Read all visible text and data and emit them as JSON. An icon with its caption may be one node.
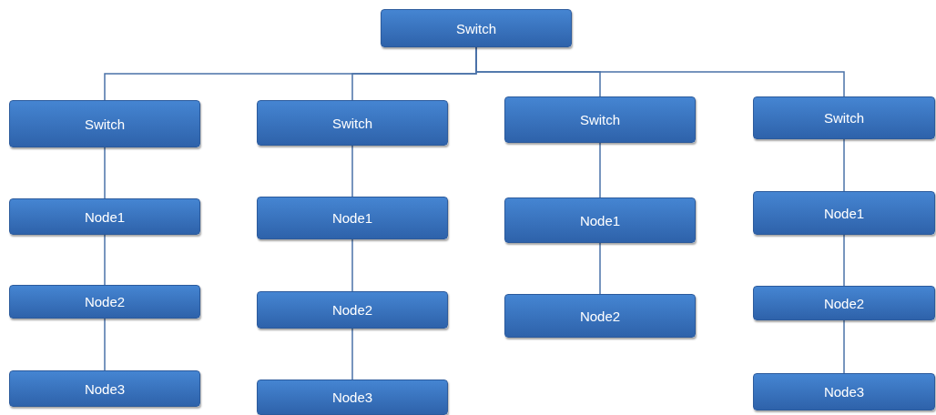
{
  "diagram": {
    "nodes": [
      {
        "text": [
          "Switch"
        ]
      },
      {
        "text": [
          "Switch"
        ]
      },
      {
        "text": [
          "Switch"
        ]
      },
      {
        "text": [
          "Switch"
        ]
      },
      {
        "text": [
          "Switch"
        ]
      },
      {
        "text": [
          "Node1"
        ]
      },
      {
        "text": [
          "Node1"
        ]
      },
      {
        "text": [
          "Node1"
        ]
      },
      {
        "text": [
          "Node1"
        ]
      },
      {
        "text": [
          "Node2"
        ]
      },
      {
        "text": [
          "Node2"
        ]
      },
      {
        "text": [
          "Node2"
        ]
      },
      {
        "text": [
          "Node2"
        ]
      },
      {
        "text": [
          "Node3"
        ]
      },
      {
        "text": [
          "Node3"
        ]
      },
      {
        "text": [
          "Node3"
        ]
      }
    ],
    "edges": [
      {
        "from": 0,
        "to": 1,
        "arrow": "none"
      },
      {
        "from": 0,
        "to": 2,
        "arrow": "none"
      },
      {
        "from": 0,
        "to": 3,
        "arrow": "none"
      },
      {
        "from": 0,
        "to": 4,
        "arrow": "none"
      },
      {
        "from": 1,
        "to": 5,
        "arrow": "none"
      },
      {
        "from": 5,
        "to": 9,
        "arrow": "none"
      },
      {
        "from": 9,
        "to": 13,
        "arrow": "none"
      },
      {
        "from": 2,
        "to": 6,
        "arrow": "none"
      },
      {
        "from": 6,
        "to": 10,
        "arrow": "none"
      },
      {
        "from": 10,
        "to": 14,
        "arrow": "none"
      },
      {
        "from": 3,
        "to": 7,
        "arrow": "none"
      },
      {
        "from": 7,
        "to": 11,
        "arrow": "none"
      },
      {
        "from": 4,
        "to": 8,
        "arrow": "none"
      },
      {
        "from": 8,
        "to": 12,
        "arrow": "none"
      },
      {
        "from": 12,
        "to": 15,
        "arrow": "none"
      }
    ]
  }
}
